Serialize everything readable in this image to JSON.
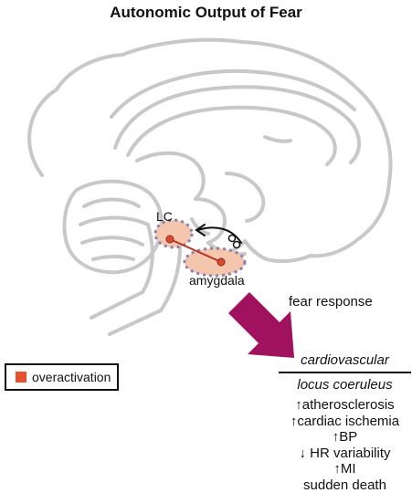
{
  "title": "Autonomic Output of Fear",
  "labels": {
    "lc": "LC",
    "amygdala": "amygdala",
    "fear_response": "fear response"
  },
  "legend": {
    "label": "overactivation",
    "color": "#e8502f"
  },
  "effects": {
    "category": "cardiovascular",
    "region": "locus coeruleus",
    "items": [
      {
        "arrow": "↑",
        "text": "atherosclerosis"
      },
      {
        "arrow": "↑",
        "text": "cardiac ischemia"
      },
      {
        "arrow": "↑",
        "text": "BP"
      },
      {
        "arrow": "↓",
        "text": " HR variability"
      },
      {
        "arrow": "↑",
        "text": "MI"
      },
      {
        "arrow": "",
        "text": "sudden death"
      }
    ]
  },
  "colors": {
    "brain_outline": "#c8c8c8",
    "region_fill": "#f3c6ad",
    "region_dots": "#8a82a8",
    "pathway": "#b8321f",
    "fear_arrow": "#a0125e"
  },
  "icons": {
    "feedback_arrow": "curved-arrow-icon",
    "fear_arrow": "down-right-arrow-icon"
  }
}
